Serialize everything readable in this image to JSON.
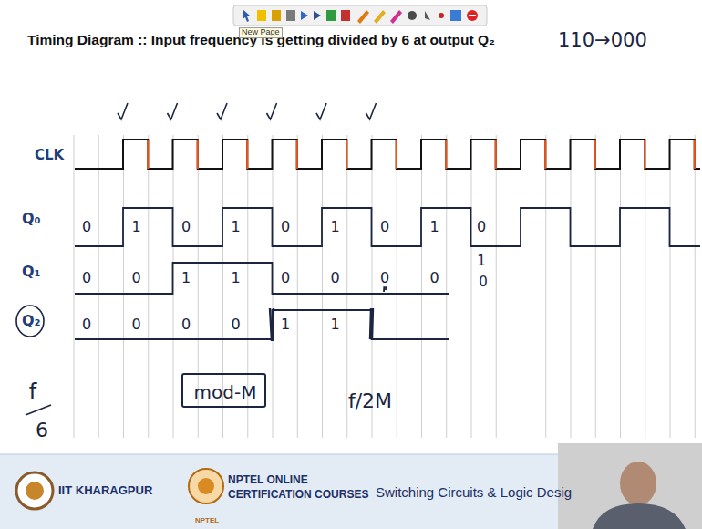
{
  "diagram": {
    "title": "Timing Diagram :: Input frequency is getting divided by 6 at output Q₂",
    "nodes": [
      {
        "text": [
          "mod-M"
        ]
      }
    ],
    "labels": [
      "110→000",
      "CLK",
      "Q₀",
      "Q₁",
      "Q₂",
      "0",
      "1",
      "0",
      "1",
      "0",
      "1",
      "0",
      "1",
      "0",
      "1",
      "0",
      "0",
      "1",
      "1",
      "0",
      "0",
      "0",
      "0",
      "0",
      "0",
      "0",
      "0",
      "0",
      "1",
      "1",
      "f",
      "6",
      "f/2M",
      "New Page",
      "IIT KHARAGPUR",
      "NPTEL ONLINE",
      "CERTIFICATION COURSES",
      "NPTEL",
      "Switching Circuits & Logic Desig"
    ]
  }
}
